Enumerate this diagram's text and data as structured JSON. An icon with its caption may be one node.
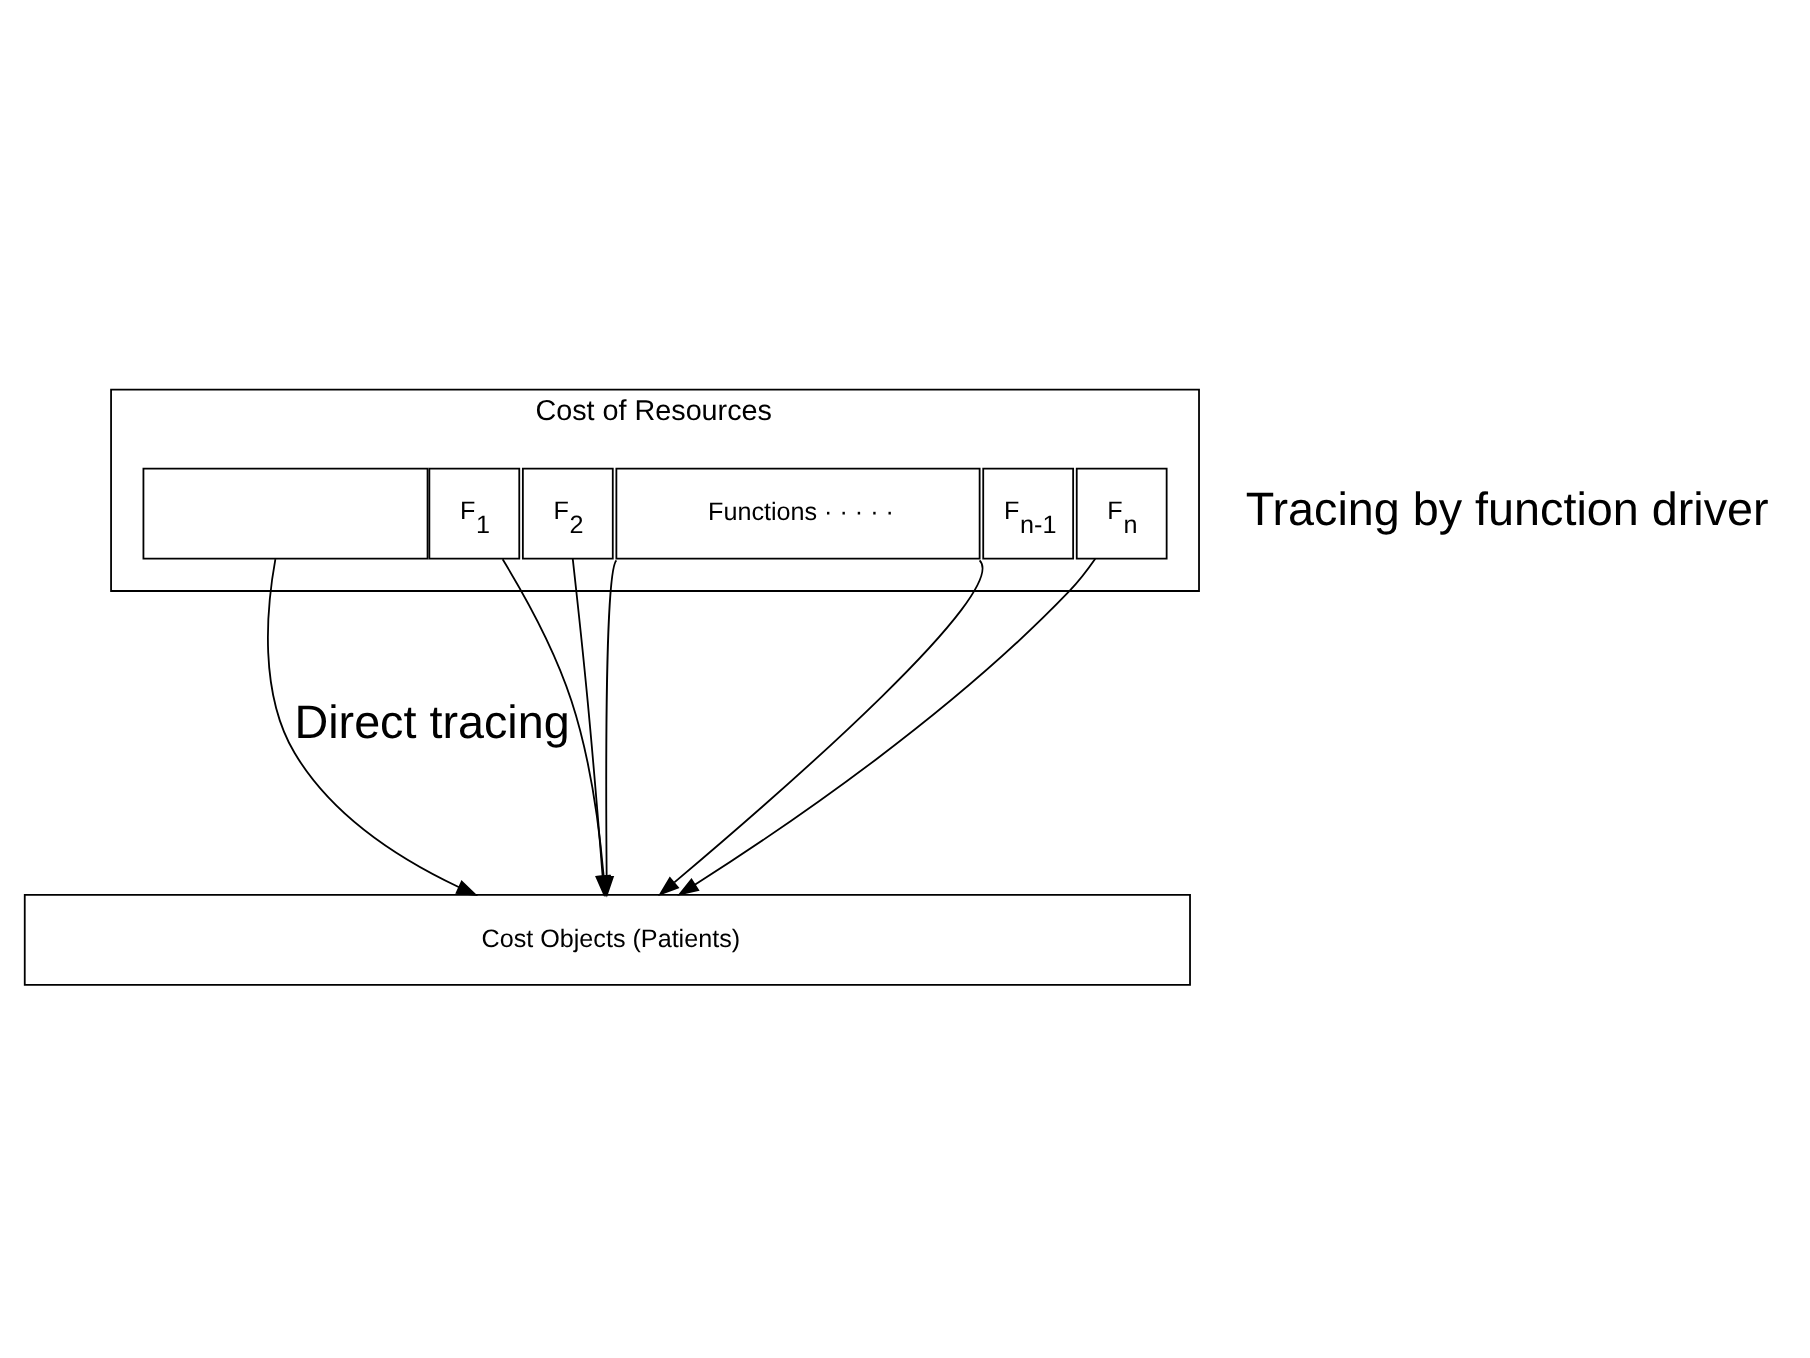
{
  "diagram": {
    "nodes": [
      {
        "text": [
          "Cost of Resources"
        ]
      },
      {
        "text": [],
        "shape": "box",
        "in": 0
      },
      {
        "text": [
          "F$_{1}$"
        ],
        "in": 0
      },
      {
        "text": [
          "F$_{2}$"
        ],
        "in": 0
      },
      {
        "text": [
          "Functions · · · · ·"
        ],
        "in": 0
      },
      {
        "text": [
          "F$_{n-1}$"
        ],
        "in": 0
      },
      {
        "text": [
          "F$_{n}$"
        ],
        "in": 0
      },
      {
        "text": [
          "Cost Objects (Patients)"
        ]
      }
    ],
    "edges": [
      {
        "from": 1,
        "to": 7,
        "arrow": "to",
        "label": "Direct tracing"
      },
      {
        "from": 2,
        "to": 7,
        "arrow": "to"
      },
      {
        "from": 3,
        "to": 7,
        "arrow": "to"
      },
      {
        "from": 4,
        "to": 7,
        "arrow": "to"
      },
      {
        "from": 4,
        "to": 7,
        "arrow": "to"
      },
      {
        "from": 6,
        "to": 7,
        "arrow": "to"
      }
    ],
    "labels": [
      "Tracing by function driver"
    ]
  }
}
